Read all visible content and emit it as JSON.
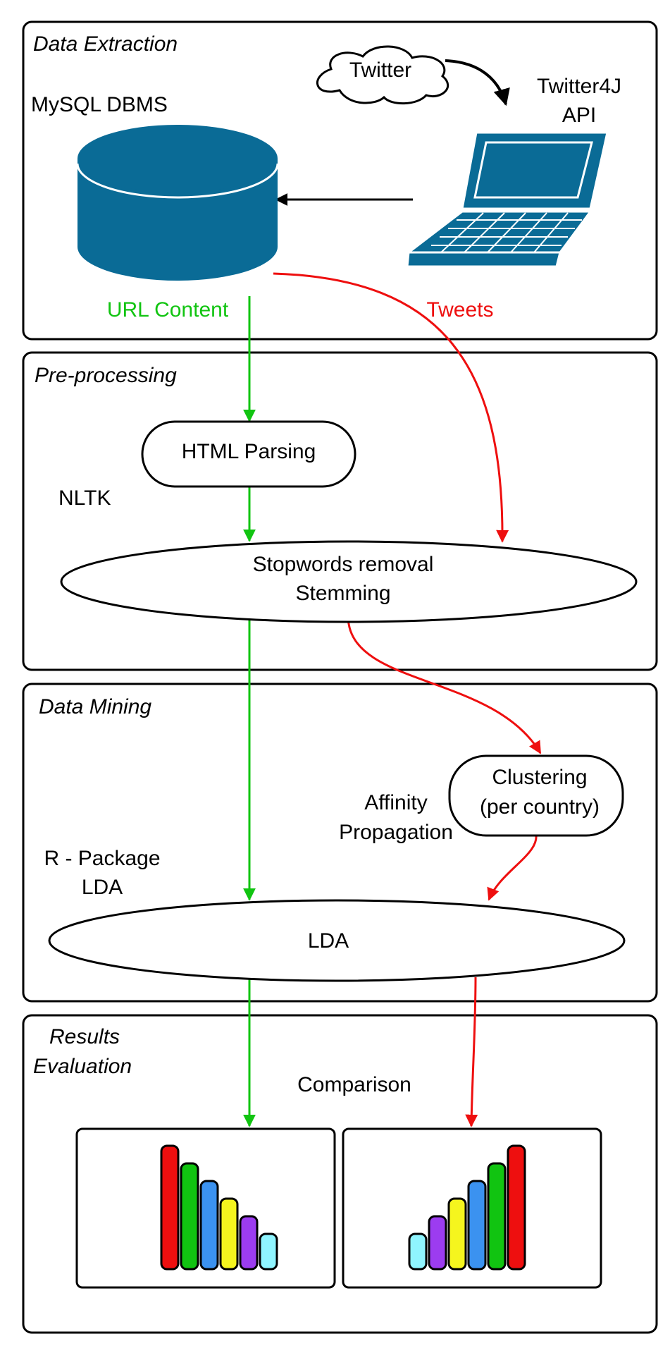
{
  "panels": {
    "extraction": {
      "title": "Data Extraction"
    },
    "preprocessing": {
      "title": "Pre-processing"
    },
    "mining": {
      "title": "Data Mining"
    },
    "results": {
      "title_line1": "Results",
      "title_line2": "Evaluation"
    }
  },
  "extraction": {
    "cloud": "Twitter",
    "api_line1": "Twitter4J",
    "api_line2": "API",
    "db_label": "MySQL DBMS",
    "url_content": "URL Content",
    "tweets": "Tweets"
  },
  "preprocessing": {
    "html_parsing": "HTML Parsing",
    "nltk": "NLTK",
    "stop_line1": "Stopwords removal",
    "stop_line2": "Stemming"
  },
  "mining": {
    "clustering_line1": "Clustering",
    "clustering_line2": "(per country)",
    "affinity_line1": "Affinity",
    "affinity_line2": "Propagation",
    "rpackage_line1": "R - Package",
    "rpackage_line2": "LDA",
    "lda": "LDA"
  },
  "results": {
    "comparison": "Comparison"
  },
  "colors": {
    "db_blue": "#0a6b96",
    "url_green": "#11c411",
    "tweet_red": "#ee0f0f"
  },
  "result_charts": [
    {
      "name": "url-content-results",
      "values": [
        7,
        6,
        5,
        4,
        3,
        2
      ],
      "colors": [
        "#ee0f0f",
        "#11c411",
        "#3b92f0",
        "#f5f51e",
        "#9c3cf0",
        "#8ff5ff"
      ]
    },
    {
      "name": "tweets-results",
      "values": [
        2,
        3,
        4,
        5,
        6,
        7
      ],
      "colors": [
        "#8ff5ff",
        "#9c3cf0",
        "#f5f51e",
        "#3b92f0",
        "#11c411",
        "#ee0f0f"
      ]
    }
  ]
}
